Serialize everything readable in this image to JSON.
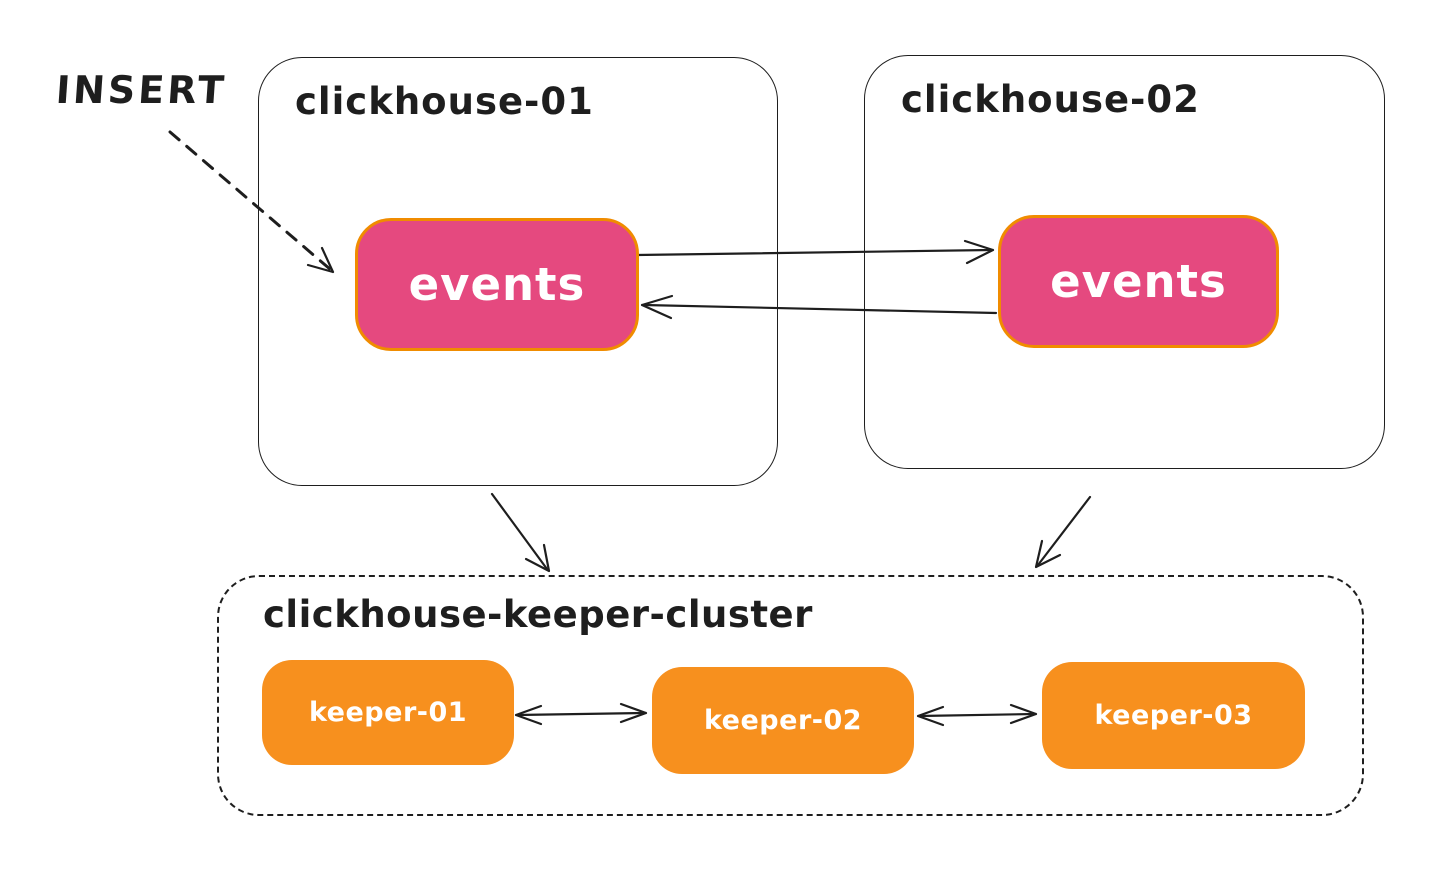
{
  "diagram": {
    "insert_label": "INSERT",
    "clickhouse_01": {
      "title": "clickhouse-01",
      "table": "events"
    },
    "clickhouse_02": {
      "title": "clickhouse-02",
      "table": "events"
    },
    "keeper_cluster": {
      "title": "clickhouse-keeper-cluster",
      "keepers": [
        "keeper-01",
        "keeper-02",
        "keeper-03"
      ]
    },
    "edges": [
      {
        "from": "INSERT",
        "to": "events@clickhouse-01",
        "style": "dashed",
        "direction": "one-way"
      },
      {
        "from": "events@clickhouse-01",
        "to": "events@clickhouse-02",
        "style": "solid",
        "direction": "one-way"
      },
      {
        "from": "events@clickhouse-02",
        "to": "events@clickhouse-01",
        "style": "solid",
        "direction": "one-way"
      },
      {
        "from": "clickhouse-01",
        "to": "clickhouse-keeper-cluster",
        "style": "solid",
        "direction": "one-way"
      },
      {
        "from": "clickhouse-02",
        "to": "clickhouse-keeper-cluster",
        "style": "solid",
        "direction": "one-way"
      },
      {
        "from": "keeper-01",
        "to": "keeper-02",
        "style": "solid",
        "direction": "two-way"
      },
      {
        "from": "keeper-02",
        "to": "keeper-03",
        "style": "solid",
        "direction": "two-way"
      }
    ],
    "colors": {
      "background": "#ffffff",
      "line": "#1e1e1e",
      "table_fill": "#e5497f",
      "table_border": "#f08c00",
      "keeper_fill": "#f7901e"
    }
  }
}
